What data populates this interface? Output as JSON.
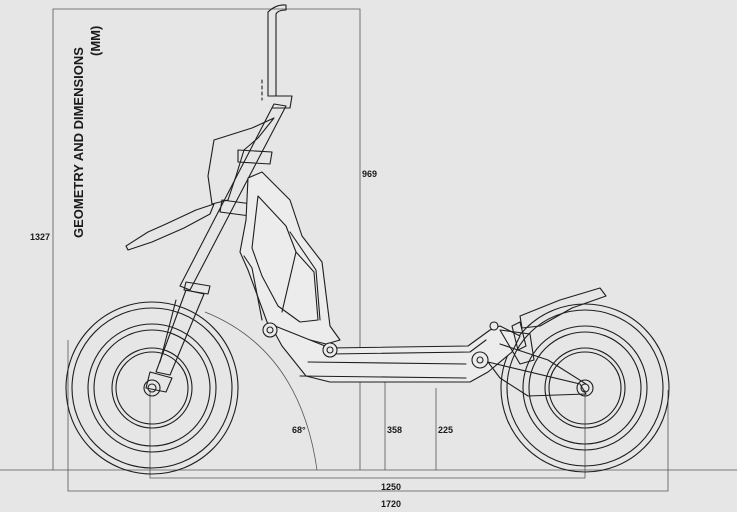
{
  "title": {
    "line1": "GEOMETRY AND DIMENSIONS",
    "line2": "(MM)"
  },
  "dimensions": {
    "overall_height": "1327",
    "handlebar_to_deck": "969",
    "head_angle": "68°",
    "deck_height": "358",
    "ground_clearance": "225",
    "wheelbase": "1250",
    "overall_length": "1720"
  },
  "colors": {
    "background": "#e6e6e6",
    "ink": "#1e1e1e",
    "dimension_line": "#555555"
  }
}
